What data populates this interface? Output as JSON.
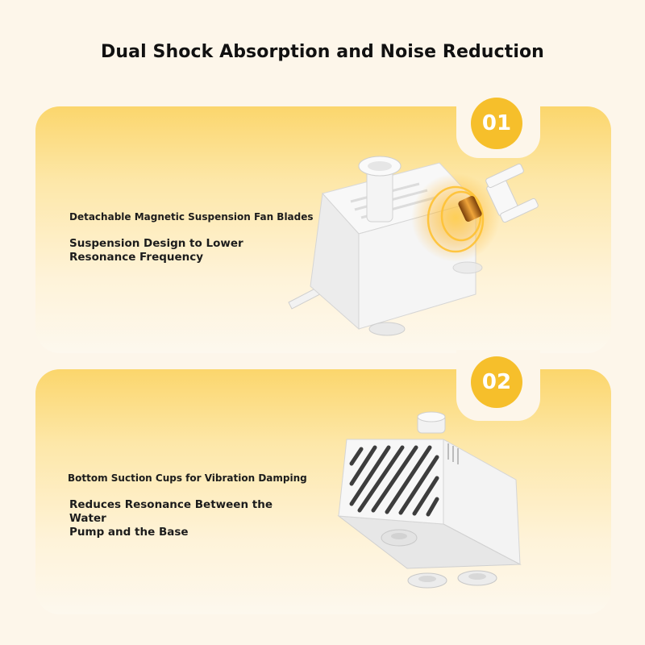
{
  "page": {
    "title": "Dual Shock Absorption and Noise Reduction"
  },
  "sections": [
    {
      "number": "01",
      "title": "Detachable Magnetic Suspension Fan Blades",
      "description_lines": [
        "Suspension Design to Lower",
        "Resonance Frequency"
      ],
      "illustration": "pump-with-magnetic-impeller-icon"
    },
    {
      "number": "02",
      "title": "Bottom Suction Cups for Vibration Damping",
      "description_lines": [
        "Reduces Resonance Between the Water",
        "Pump and the Base"
      ],
      "illustration": "pump-with-suction-cups-icon"
    }
  ],
  "colors": {
    "badge": "#f6bf2b",
    "card_top": "#fbd66c",
    "page_background": "#fdf6ea",
    "text": "#1c1c1c"
  }
}
